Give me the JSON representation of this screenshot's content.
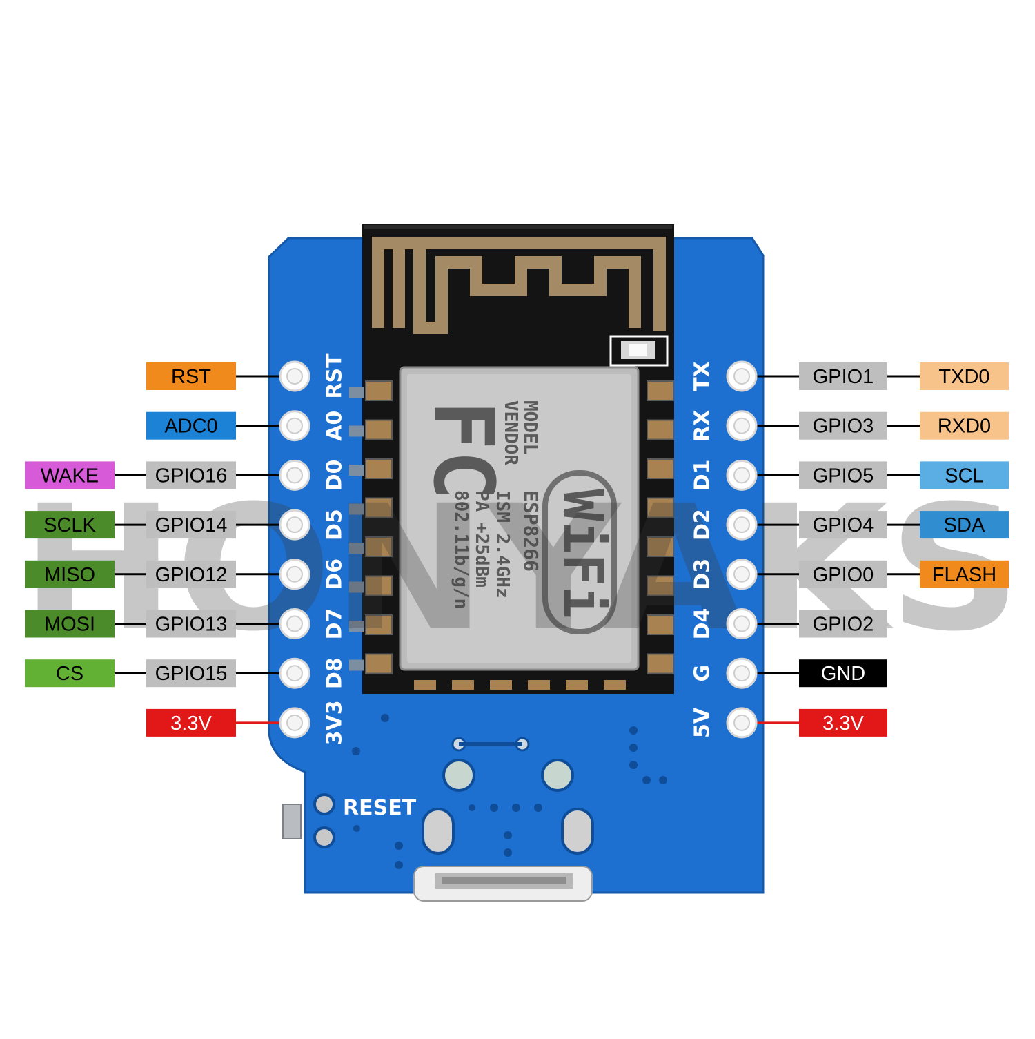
{
  "colors": {
    "board": "#1d6fd0",
    "shield": "#141414",
    "antenna": "#a58a66",
    "rst": "#f08a1c",
    "adc": "#1b82d6",
    "wake": "#d75ad9",
    "green_dark": "#4c8b2a",
    "green_light": "#62b135",
    "gpio": "#bebebe",
    "tx": "#f7c38a",
    "scl": "#5aaee4",
    "sda": "#2f8dd0",
    "flash": "#f08a1c",
    "gnd": "#000000",
    "power": "#e21818"
  },
  "left_pins": [
    {
      "pin": "RST",
      "labels": [
        {
          "text": "RST",
          "color": "rst",
          "text_color": "#000000"
        }
      ]
    },
    {
      "pin": "A0",
      "labels": [
        {
          "text": "ADC0",
          "color": "adc",
          "text_color": "#000000"
        }
      ]
    },
    {
      "pin": "D0",
      "labels": [
        {
          "text": "GPIO16",
          "color": "gpio",
          "text_color": "#000000"
        },
        {
          "text": "WAKE",
          "color": "wake",
          "text_color": "#000000"
        }
      ]
    },
    {
      "pin": "D5",
      "labels": [
        {
          "text": "GPIO14",
          "color": "gpio",
          "text_color": "#000000"
        },
        {
          "text": "SCLK",
          "color": "green_dark",
          "text_color": "#000000"
        }
      ]
    },
    {
      "pin": "D6",
      "labels": [
        {
          "text": "GPIO12",
          "color": "gpio",
          "text_color": "#000000"
        },
        {
          "text": "MISO",
          "color": "green_dark",
          "text_color": "#000000"
        }
      ]
    },
    {
      "pin": "D7",
      "labels": [
        {
          "text": "GPIO13",
          "color": "gpio",
          "text_color": "#000000"
        },
        {
          "text": "MOSI",
          "color": "green_dark",
          "text_color": "#000000"
        }
      ]
    },
    {
      "pin": "D8",
      "labels": [
        {
          "text": "GPIO15",
          "color": "gpio",
          "text_color": "#000000"
        },
        {
          "text": "CS",
          "color": "green_light",
          "text_color": "#000000"
        }
      ]
    },
    {
      "pin": "3V3",
      "labels": [
        {
          "text": "3.3V",
          "color": "power",
          "text_color": "#ffffff"
        }
      ]
    }
  ],
  "right_pins": [
    {
      "pin": "TX",
      "labels": [
        {
          "text": "GPIO1",
          "color": "gpio",
          "text_color": "#000000"
        },
        {
          "text": "TXD0",
          "color": "tx",
          "text_color": "#000000"
        }
      ]
    },
    {
      "pin": "RX",
      "labels": [
        {
          "text": "GPIO3",
          "color": "gpio",
          "text_color": "#000000"
        },
        {
          "text": "RXD0",
          "color": "tx",
          "text_color": "#000000"
        }
      ]
    },
    {
      "pin": "D1",
      "labels": [
        {
          "text": "GPIO5",
          "color": "gpio",
          "text_color": "#000000"
        },
        {
          "text": "SCL",
          "color": "scl",
          "text_color": "#000000"
        }
      ]
    },
    {
      "pin": "D2",
      "labels": [
        {
          "text": "GPIO4",
          "color": "gpio",
          "text_color": "#000000"
        },
        {
          "text": "SDA",
          "color": "sda",
          "text_color": "#000000"
        }
      ]
    },
    {
      "pin": "D3",
      "labels": [
        {
          "text": "GPIO0",
          "color": "gpio",
          "text_color": "#000000"
        },
        {
          "text": "FLASH",
          "color": "flash",
          "text_color": "#000000"
        }
      ]
    },
    {
      "pin": "D4",
      "labels": [
        {
          "text": "GPIO2",
          "color": "gpio",
          "text_color": "#000000"
        }
      ]
    },
    {
      "pin": "G",
      "labels": [
        {
          "text": "GND",
          "color": "gnd",
          "text_color": "#ffffff"
        }
      ]
    },
    {
      "pin": "5V",
      "labels": [
        {
          "text": "3.3V",
          "color": "power",
          "text_color": "#ffffff"
        }
      ]
    }
  ],
  "board": {
    "reset_label": "RESET"
  },
  "chip": {
    "vendor_logo": "FC",
    "model": "MODEL",
    "vendor": "VENDOR",
    "line1": "ESP8266",
    "line2": "ISM 2.4GHz",
    "line3": "PA +25dBm",
    "line4": "802.11b/g/n",
    "badge": "WiFi"
  },
  "watermark": "HONYAKS",
  "icons": [
    "wifi-antenna-trace",
    "led-indicator",
    "reset-button",
    "micro-usb-port"
  ]
}
